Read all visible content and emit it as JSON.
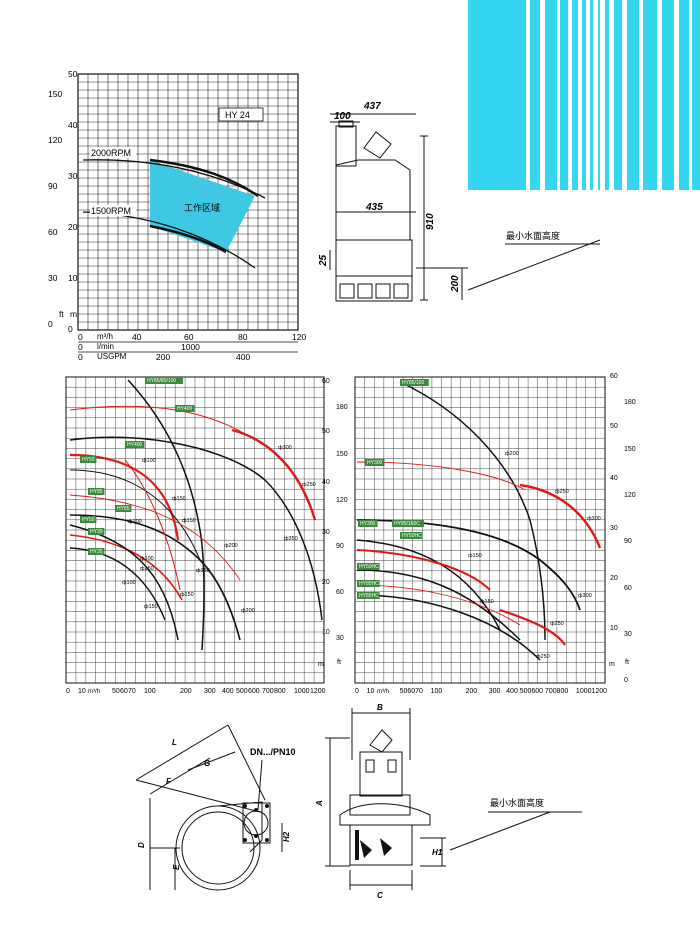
{
  "brand_colors": {
    "cyan": "#35d6f0",
    "work_area": "#3ec8e4",
    "red_curve": "#e11818",
    "label_green": "#3b8a3b"
  },
  "deco_stripes_icon": "vertical-cyan-stripes",
  "hy24_chart": {
    "model_label": "HY 24",
    "rpm_high": "2000RPM",
    "rpm_low": "1500RPM",
    "work_area_label": "工作区域",
    "ft_ticks": [
      "150",
      "120",
      "90",
      "60",
      "30",
      "0"
    ],
    "m_ticks": [
      "50",
      "40",
      "30",
      "20",
      "10",
      "0"
    ],
    "axis_ft": "ft",
    "axis_m": "m",
    "unit_m3h": "m³/h",
    "unit_lmin": "l/min",
    "unit_usgpm": "USGPM",
    "m3h_ticks": [
      "0",
      "40",
      "60",
      "80",
      "120"
    ],
    "lmin_ticks": [
      "0",
      "1000"
    ],
    "usgpm_ticks": [
      "0",
      "200",
      "400"
    ]
  },
  "pump_side_view": {
    "dim_width": "437",
    "dim_outlet": "100",
    "dim_body": "435",
    "dim_height": "910",
    "dim_base": "25",
    "dim_submerge": "200",
    "min_water_label": "最小水面高度"
  },
  "perf_left": {
    "series_labels": [
      "HY85/80/100",
      "HY400",
      "HY400",
      "HY50",
      "HY85",
      "HY55",
      "HY50",
      "HY30",
      "HY25"
    ],
    "impeller_labels": [
      "ф100",
      "ф150",
      "ф300",
      "ф250",
      "ф100",
      "ф150",
      "ф200",
      "ф150",
      "ф100",
      "ф150",
      "ф200",
      "ф350",
      "ф150",
      "ф100",
      "ф150"
    ],
    "ft_ticks": [
      "180",
      "150",
      "120",
      "90",
      "60",
      "30"
    ],
    "m_ticks": [
      "60",
      "50",
      "40",
      "30",
      "20",
      "10"
    ],
    "axis_m": "m",
    "axis_ft": "ft",
    "x_unit": "m³/h",
    "x_ticks": [
      "0",
      "10",
      "50",
      "60",
      "70",
      "100",
      "200",
      "300",
      "400",
      "500",
      "600",
      "700",
      "800",
      "1000",
      "1200"
    ]
  },
  "perf_right": {
    "series_labels": [
      "HY85/100",
      "HY300",
      "HY300",
      "HY85/160C",
      "HY50HC",
      "HY50HC",
      "HY85HC",
      "HY85HC"
    ],
    "impeller_labels": [
      "ф200",
      "ф250",
      "ф300",
      "ф150",
      "ф300",
      "ф150",
      "ф250",
      "ф250"
    ],
    "ft_ticks": [
      "180",
      "150",
      "120",
      "90",
      "60",
      "30",
      "0"
    ],
    "m_ticks": [
      "60",
      "50",
      "40",
      "30",
      "20",
      "10"
    ],
    "axis_m": "m",
    "axis_ft": "ft",
    "x_unit": "m³/h",
    "x_ticks": [
      "0",
      "10",
      "50",
      "60",
      "70",
      "100",
      "200",
      "300",
      "400",
      "500",
      "600",
      "700",
      "800",
      "1000",
      "1200"
    ]
  },
  "top_view": {
    "dim_l": "L",
    "dim_f": "F",
    "dim_g": "G",
    "dim_d": "D",
    "dim_e": "E",
    "dim_h2": "H2",
    "flange_label": "DN.../PN10"
  },
  "front_view": {
    "dim_a": "A",
    "dim_b": "B",
    "dim_c": "C",
    "dim_h1": "H1",
    "min_water_label": "最小水面高度"
  }
}
